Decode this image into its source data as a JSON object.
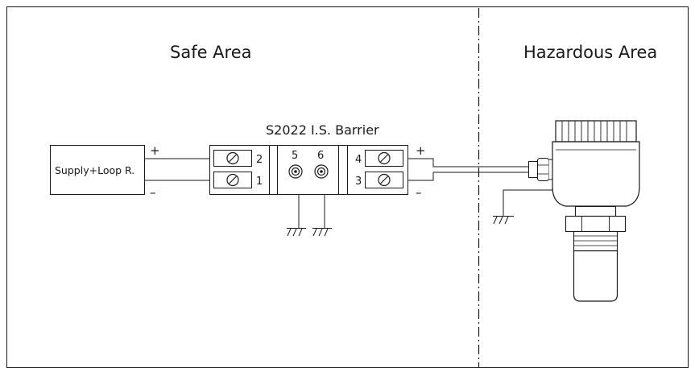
{
  "diagram": {
    "safe_area_label": "Safe Area",
    "hazardous_area_label": "Hazardous Area",
    "barrier_label": "S2022 I.S. Barrier",
    "supply_label": "Supply+Loop R.",
    "supply_plus": "+",
    "supply_minus": "–",
    "terminals_left": [
      "2",
      "1"
    ],
    "ground_terminals": [
      "5",
      "6"
    ],
    "terminals_right": [
      "4",
      "3"
    ],
    "output_plus": "+",
    "output_minus": "–",
    "line_color": "#1a1a1a",
    "background_color": "#ffffff"
  }
}
